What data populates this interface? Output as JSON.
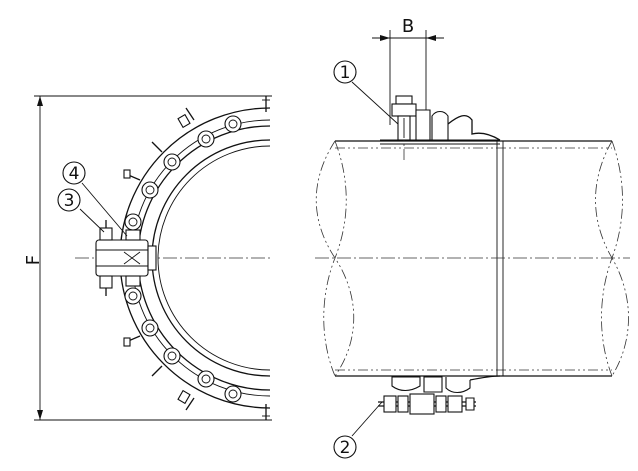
{
  "dimensions": {
    "height_label": "F",
    "width_label": "B"
  },
  "callouts": [
    {
      "label": "1"
    },
    {
      "label": "2"
    },
    {
      "label": "3"
    },
    {
      "label": "4"
    }
  ]
}
